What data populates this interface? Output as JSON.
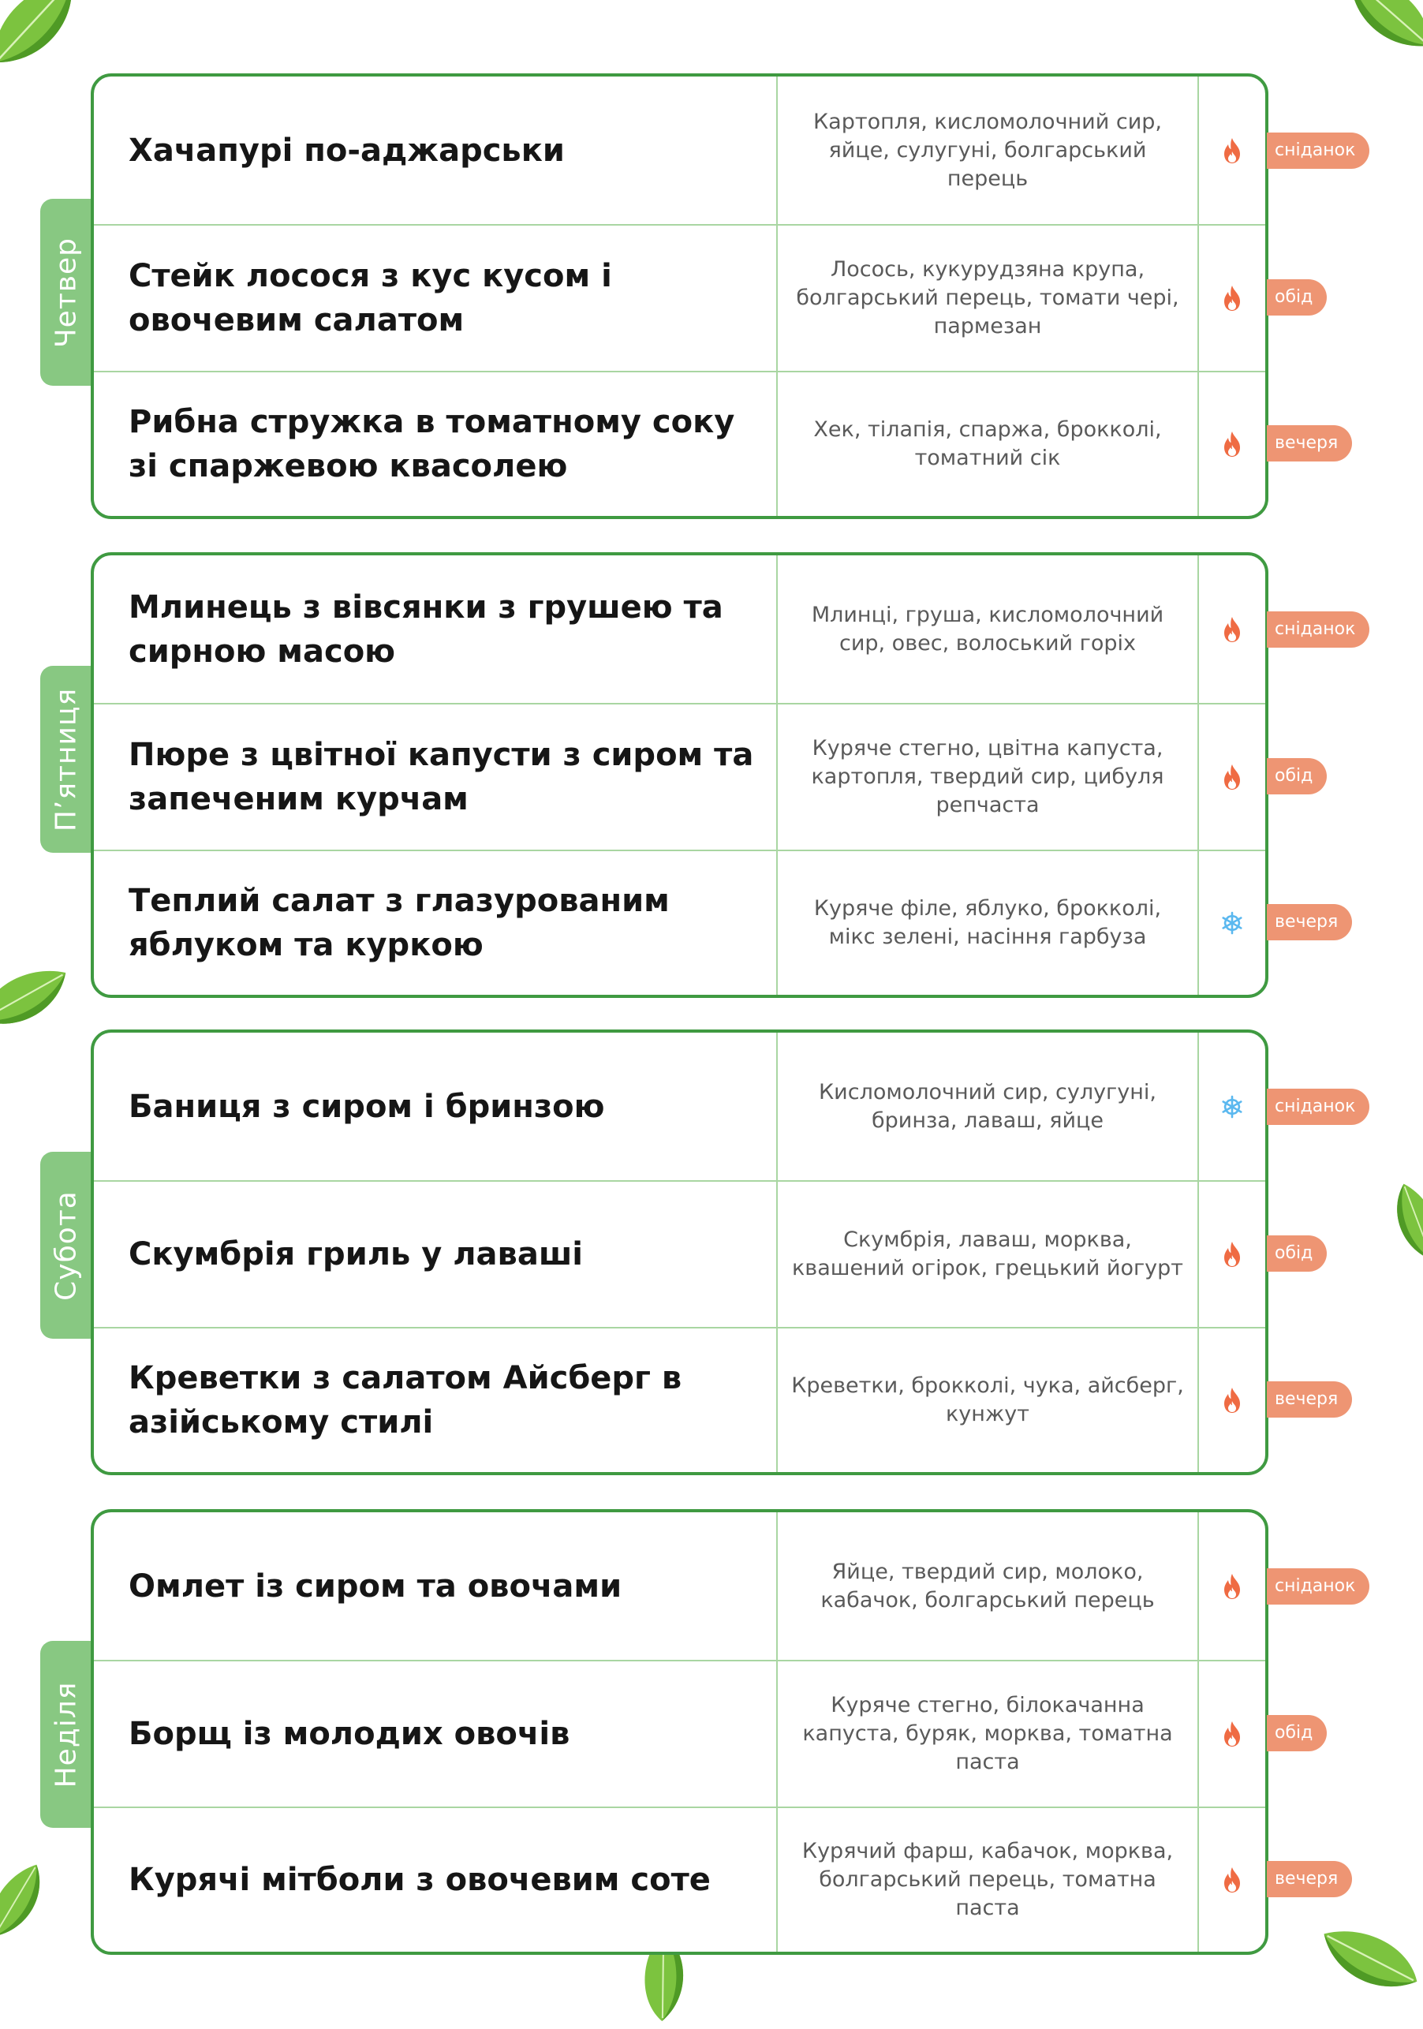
{
  "colors": {
    "frame": "#3f9a41",
    "divider": "#a9d6a2",
    "day_tab": "#88c882",
    "badge": "#ee9573",
    "hot_icon": "#ef6b43",
    "cold_icon": "#5bb8ef"
  },
  "days": [
    {
      "day": "Четвер",
      "meals": [
        {
          "name": "Хачапурі по-аджарськи",
          "ingredients": "Картопля, кисломолочний сир, яйце, сулугуні, болгарський перець",
          "serving": "hot",
          "serving_icon": "flame-icon",
          "meal_type": "сніданок"
        },
        {
          "name": "Стейк лосося з кус кусом і овочевим салатом",
          "ingredients": "Лосось, кукурудзяна крупа, болгарський перець, томати чері, пармезан",
          "serving": "hot",
          "serving_icon": "flame-icon",
          "meal_type": "обід"
        },
        {
          "name": "Рибна стружка в томатному соку зі спаржевою квасолею",
          "ingredients": "Хек, тілапія, спаржа, брокколі, томатний сік",
          "serving": "hot",
          "serving_icon": "flame-icon",
          "meal_type": "вечеря"
        }
      ]
    },
    {
      "day": "П’ятниця",
      "meals": [
        {
          "name": "Млинець з вівсянки з грушею та сирною масою",
          "ingredients": "Млинці, груша, кисломолочний сир, овес, волоський горіх",
          "serving": "hot",
          "serving_icon": "flame-icon",
          "meal_type": "сніданок"
        },
        {
          "name": "Пюре з цвітної капусти з сиром та запеченим курчам",
          "ingredients": "Куряче стегно, цвітна капуста, картопля, твердий сир, цибуля репчаста",
          "serving": "hot",
          "serving_icon": "flame-icon",
          "meal_type": "обід"
        },
        {
          "name": "Теплий салат з глазурованим яблуком та куркою",
          "ingredients": "Куряче філе, яблуко, брокколі, мікс зелені, насіння гарбуза",
          "serving": "cold",
          "serving_icon": "snowflake-icon",
          "meal_type": "вечеря"
        }
      ]
    },
    {
      "day": "Субота",
      "meals": [
        {
          "name": "Баниця з сиром і бринзою",
          "ingredients": "Кисломолочний сир, сулугуні, бринза, лаваш, яйце",
          "serving": "cold",
          "serving_icon": "snowflake-icon",
          "meal_type": "сніданок"
        },
        {
          "name": "Скумбрія гриль у лаваші",
          "ingredients": "Скумбрія, лаваш, морква, квашений огірок, грецький йогурт",
          "serving": "hot",
          "serving_icon": "flame-icon",
          "meal_type": "обід"
        },
        {
          "name": "Креветки з салатом Айсберг в азійському стилі",
          "ingredients": "Креветки, брокколі, чука, айсберг, кунжут",
          "serving": "hot",
          "serving_icon": "flame-icon",
          "meal_type": "вечеря"
        }
      ]
    },
    {
      "day": "Неділя",
      "meals": [
        {
          "name": "Омлет із сиром та овочами",
          "ingredients": "Яйце, твердий сир, молоко, кабачок, болгарський перець",
          "serving": "hot",
          "serving_icon": "flame-icon",
          "meal_type": "сніданок"
        },
        {
          "name": "Борщ із молодих овочів",
          "ingredients": "Куряче стегно, білокачанна капуста, буряк, морква, томатна паста",
          "serving": "hot",
          "serving_icon": "flame-icon",
          "meal_type": "обід"
        },
        {
          "name": "Курячі мітболи з овочевим соте",
          "ingredients": "Курячий фарш, кабачок, морква, болгарський перець, томатна паста",
          "serving": "hot",
          "serving_icon": "flame-icon",
          "meal_type": "вечеря"
        }
      ]
    }
  ],
  "decorations": [
    {
      "icon": "leaf-icon"
    },
    {
      "icon": "leaf-icon"
    },
    {
      "icon": "leaf-icon"
    },
    {
      "icon": "leaf-icon"
    },
    {
      "icon": "leaf-icon"
    },
    {
      "icon": "leaf-icon"
    },
    {
      "icon": "leaf-icon"
    }
  ]
}
